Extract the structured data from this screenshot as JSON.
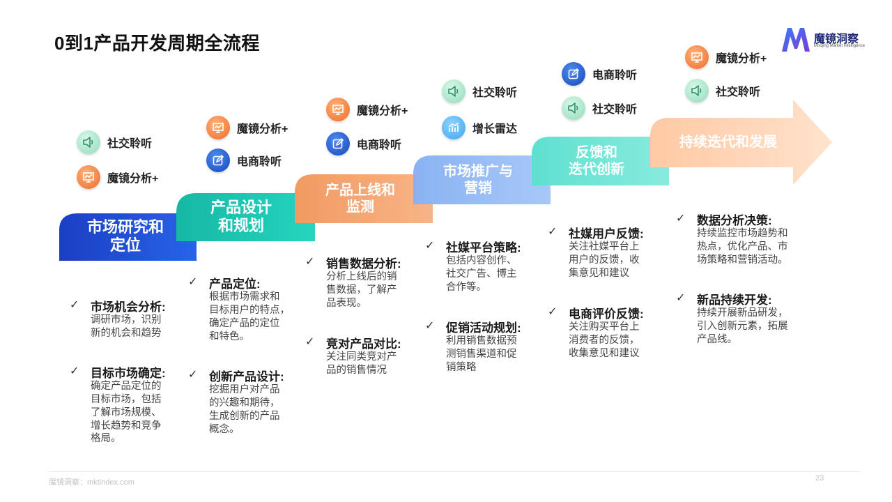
{
  "header": {
    "title": "0到1产品开发周期全流程"
  },
  "logo": {
    "brand": "魔镜洞察",
    "subtitle": "Moojing Market Intelligence"
  },
  "colors": {
    "stage1": "#1a45c9",
    "stage2": "#17c3b0",
    "stage3": "#f2a06a",
    "stage4": "#93b9f5",
    "stage5": "#6ee3d3",
    "stage6": "#ffd3b2"
  },
  "stages": [
    {
      "label": "市场研究和\n定位"
    },
    {
      "label": "产品设计\n和规划"
    },
    {
      "label": "产品上线和\n监测"
    },
    {
      "label": "市场推广与\n营销"
    },
    {
      "label": "反馈和\n迭代创新"
    },
    {
      "label": "持续迭代和发展"
    }
  ],
  "tools": {
    "social": "社交聆听",
    "moojing": "魔镜分析+",
    "ecom": "电商聆听",
    "radar": "增长雷达"
  },
  "points": {
    "check": "✓",
    "s1": [
      {
        "title": "市场机会分析:",
        "desc": "调研市场，识别\n新的机会和趋势"
      },
      {
        "title": "目标市场确定:",
        "desc": "确定产品定位的\n目标市场，包括\n了解市场规模、\n增长趋势和竞争\n格局。"
      }
    ],
    "s2": [
      {
        "title": "产品定位:",
        "desc": "根据市场需求和\n目标用户的特点，\n确定产品的定位\n和特色。"
      },
      {
        "title": "创新产品设计:",
        "desc": "挖掘用户对产品\n的兴趣和期待，\n生成创新的产品\n概念。"
      }
    ],
    "s3": [
      {
        "title": "销售数据分析:",
        "desc": "分析上线后的销\n售数据，了解产\n品表现。"
      },
      {
        "title": "竞对产品对比:",
        "desc": "关注同类竞对产\n品的销售情况"
      }
    ],
    "s4": [
      {
        "title": "社媒平台策略:",
        "desc": "包括内容创作、\n社交广告、博主\n合作等。"
      },
      {
        "title": "促销活动规划:",
        "desc": "利用销售数据预\n测销售渠道和促\n销策略"
      }
    ],
    "s5": [
      {
        "title": "社媒用户反馈:",
        "desc": "关注社媒平台上\n用户的反馈，收\n集意见和建议"
      },
      {
        "title": "电商评价反馈:",
        "desc": "关注购买平台上\n消费者的反馈，\n收集意见和建议"
      }
    ],
    "s6": [
      {
        "title": "数据分析决策:",
        "desc": "持续监控市场趋势和\n热点，优化产品、市\n场策略和营销活动。"
      },
      {
        "title": "新品持续开发:",
        "desc": "持续开展新品研发，\n引入创新元素，拓展\n产品线。"
      }
    ]
  },
  "footer": {
    "text": "魔镜洞察：mktindex.com",
    "page": "23"
  }
}
